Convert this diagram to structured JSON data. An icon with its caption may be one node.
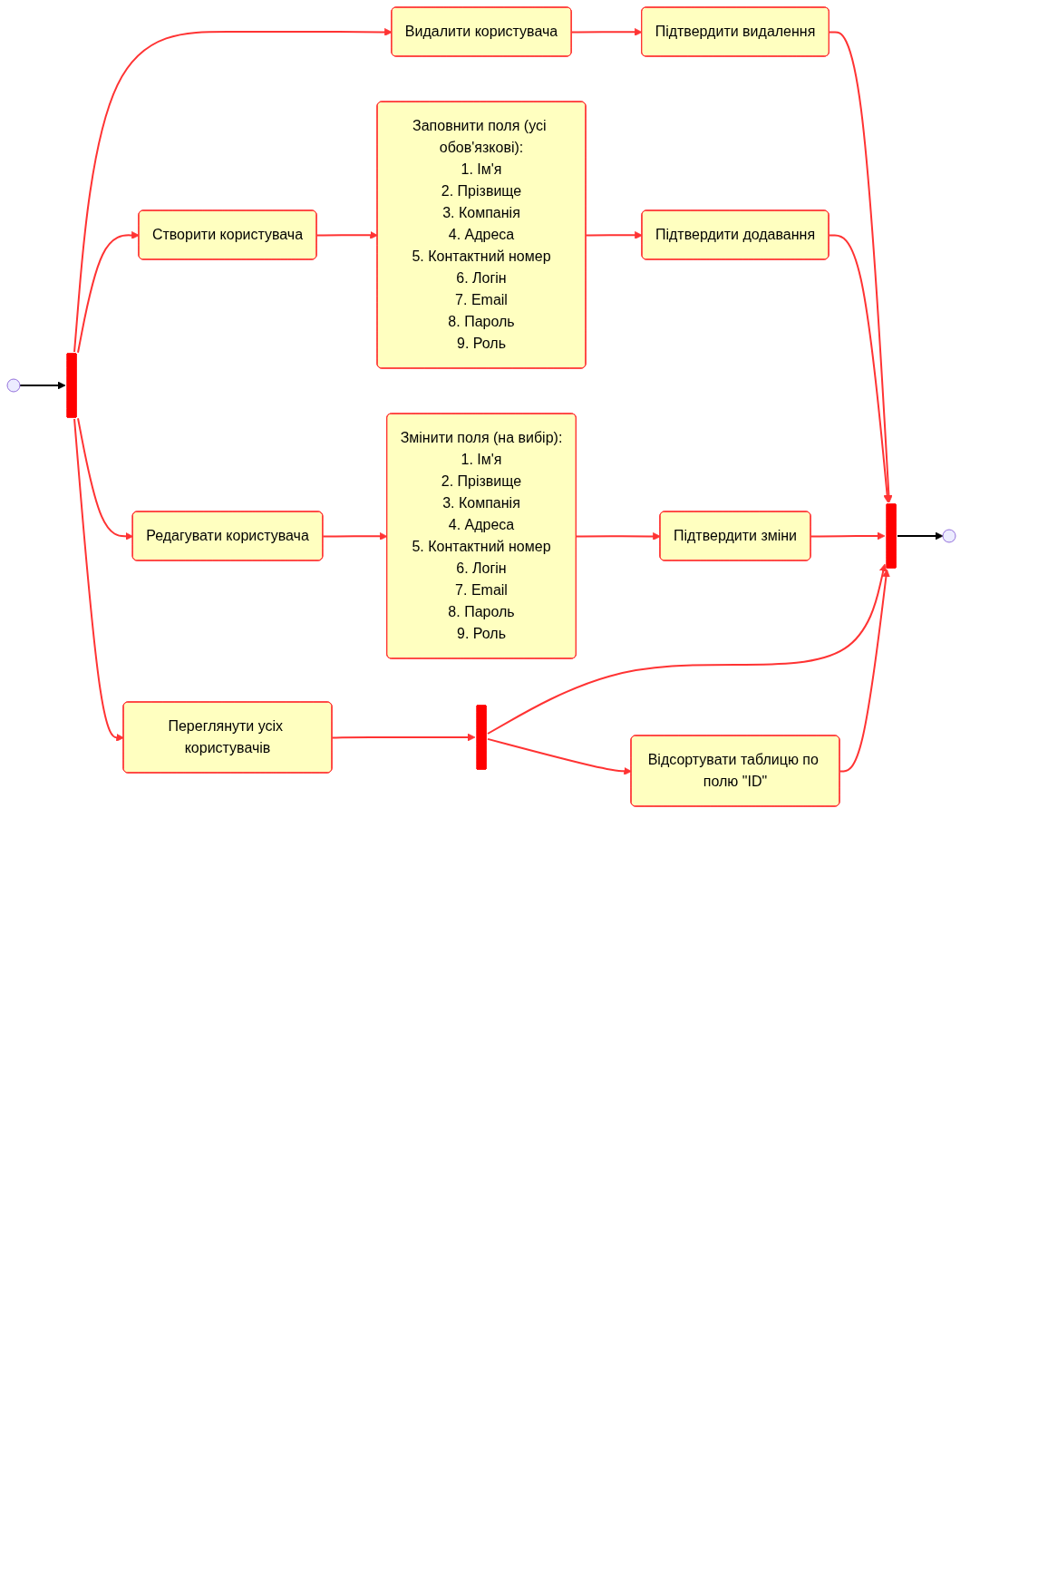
{
  "diagram": {
    "nodes": [
      {
        "text": [],
        "shape": "circle"
      },
      {
        "text": [],
        "shape": "bar"
      },
      {
        "text": [
          "Видалити користувача"
        ]
      },
      {
        "text": [
          "Підтвердити видалення"
        ]
      },
      {
        "text": [
          "Створити користувача"
        ]
      },
      {
        "text": [
          "Заповнити поля (усі обов'язкові):",
          "1. Ім'я",
          "2. Прізвище",
          "3. Компанія",
          "4. Адреса",
          "5. Контактний номер",
          "6. Логін",
          "7. Email",
          "8. Пароль",
          "9. Роль"
        ]
      },
      {
        "text": [
          "Підтвердити додавання"
        ]
      },
      {
        "text": [
          "Редагувати користувача"
        ]
      },
      {
        "text": [
          "Змінити поля (на вибір):",
          "1. Ім'я",
          "2. Прізвище",
          "3. Компанія",
          "4. Адреса",
          "5. Контактний номер",
          "6. Логін",
          "7. Email",
          "8. Пароль",
          "9. Роль"
        ]
      },
      {
        "text": [
          "Підтвердити зміни"
        ]
      },
      {
        "text": [
          "Переглянути усіх користувачів"
        ]
      },
      {
        "text": [],
        "shape": "bar"
      },
      {
        "text": [
          "Відсортувати таблицю по полю \"ID\""
        ]
      },
      {
        "text": [],
        "shape": "bar"
      },
      {
        "text": [],
        "shape": "circle"
      }
    ],
    "edges": [
      {
        "from": 0,
        "to": 1,
        "arrow": "to",
        "color": "#000000"
      },
      {
        "from": 1,
        "to": 2,
        "arrow": "to"
      },
      {
        "from": 2,
        "to": 3,
        "arrow": "to"
      },
      {
        "from": 3,
        "to": 13,
        "arrow": "to"
      },
      {
        "from": 1,
        "to": 4,
        "arrow": "to"
      },
      {
        "from": 4,
        "to": 5,
        "arrow": "to"
      },
      {
        "from": 5,
        "to": 6,
        "arrow": "to"
      },
      {
        "from": 6,
        "to": 13,
        "arrow": "to"
      },
      {
        "from": 1,
        "to": 7,
        "arrow": "to"
      },
      {
        "from": 7,
        "to": 8,
        "arrow": "to"
      },
      {
        "from": 8,
        "to": 9,
        "arrow": "to"
      },
      {
        "from": 9,
        "to": 13,
        "arrow": "to"
      },
      {
        "from": 1,
        "to": 10,
        "arrow": "to"
      },
      {
        "from": 10,
        "to": 11,
        "arrow": "to"
      },
      {
        "from": 11,
        "to": 13,
        "arrow": "to"
      },
      {
        "from": 11,
        "to": 12,
        "arrow": "to"
      },
      {
        "from": 12,
        "to": 13,
        "arrow": "to"
      },
      {
        "from": 13,
        "to": 14,
        "arrow": "to",
        "color": "#000000"
      }
    ]
  }
}
